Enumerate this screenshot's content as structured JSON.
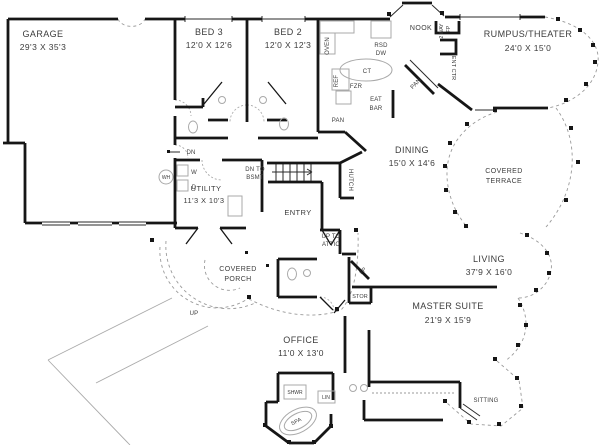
{
  "plan": {
    "colors": {
      "wall": "#161616",
      "thin_line": "#2a2a2a",
      "fixture": "#a9a9a9",
      "dashed": "#9a9a9a",
      "text": "#3c3c3c",
      "background": "#ffffff"
    },
    "rooms": {
      "garage": {
        "name": "GARAGE",
        "dims": "29'3 X 35'3"
      },
      "bed3": {
        "name": "BED 3",
        "dims": "12'0 X 12'6"
      },
      "bed2": {
        "name": "BED 2",
        "dims": "12'0 X 12'3"
      },
      "nook": {
        "name": "NOOK"
      },
      "rumpus": {
        "name": "RUMPUS/THEATER",
        "dims": "24'0 X 15'0"
      },
      "dining": {
        "name": "DINING",
        "dims": "15'0 X 14'6"
      },
      "terrace": {
        "name_line1": "COVERED",
        "name_line2": "TERRACE"
      },
      "utility": {
        "name": "UTILITY",
        "dims": "11'3 X 10'3"
      },
      "entry": {
        "name": "ENTRY"
      },
      "porch": {
        "name_line1": "COVERED",
        "name_line2": "PORCH"
      },
      "office": {
        "name": "OFFICE",
        "dims": "11'0 X 13'0"
      },
      "living": {
        "name": "LIVING",
        "dims": "37'9 X 16'0"
      },
      "master": {
        "name": "MASTER SUITE",
        "dims": "21'9 X 15'9"
      },
      "sitting": {
        "name": "SITTING"
      }
    },
    "labels": {
      "oven": "OVEN",
      "rsd": "RSD",
      "dw": "DW",
      "ct": "CT",
      "ref": "REF",
      "fzr": "FZR",
      "pan_kitchen": "PAN",
      "pan_corner": "PAN",
      "eat_line1": "EAT",
      "eat_line2": "BAR",
      "fireplace_2way_line1": "2 WAY",
      "fireplace_2way_line2": "FP",
      "ent_ctr": "ENT CTR",
      "hutch": "HUTCH",
      "wh": "WH",
      "washer": "W",
      "dryer": "D",
      "dn": "DN",
      "dn_to_line1": "DN TO",
      "dn_to_line2": "BSMT",
      "up_to_line1": "UP TO",
      "up_to_line2": "ATTIC",
      "up": "UP",
      "stor": "STOR",
      "fp": "FP",
      "shwr": "SHWR",
      "lin": "LIN",
      "spa": "SPA"
    }
  }
}
